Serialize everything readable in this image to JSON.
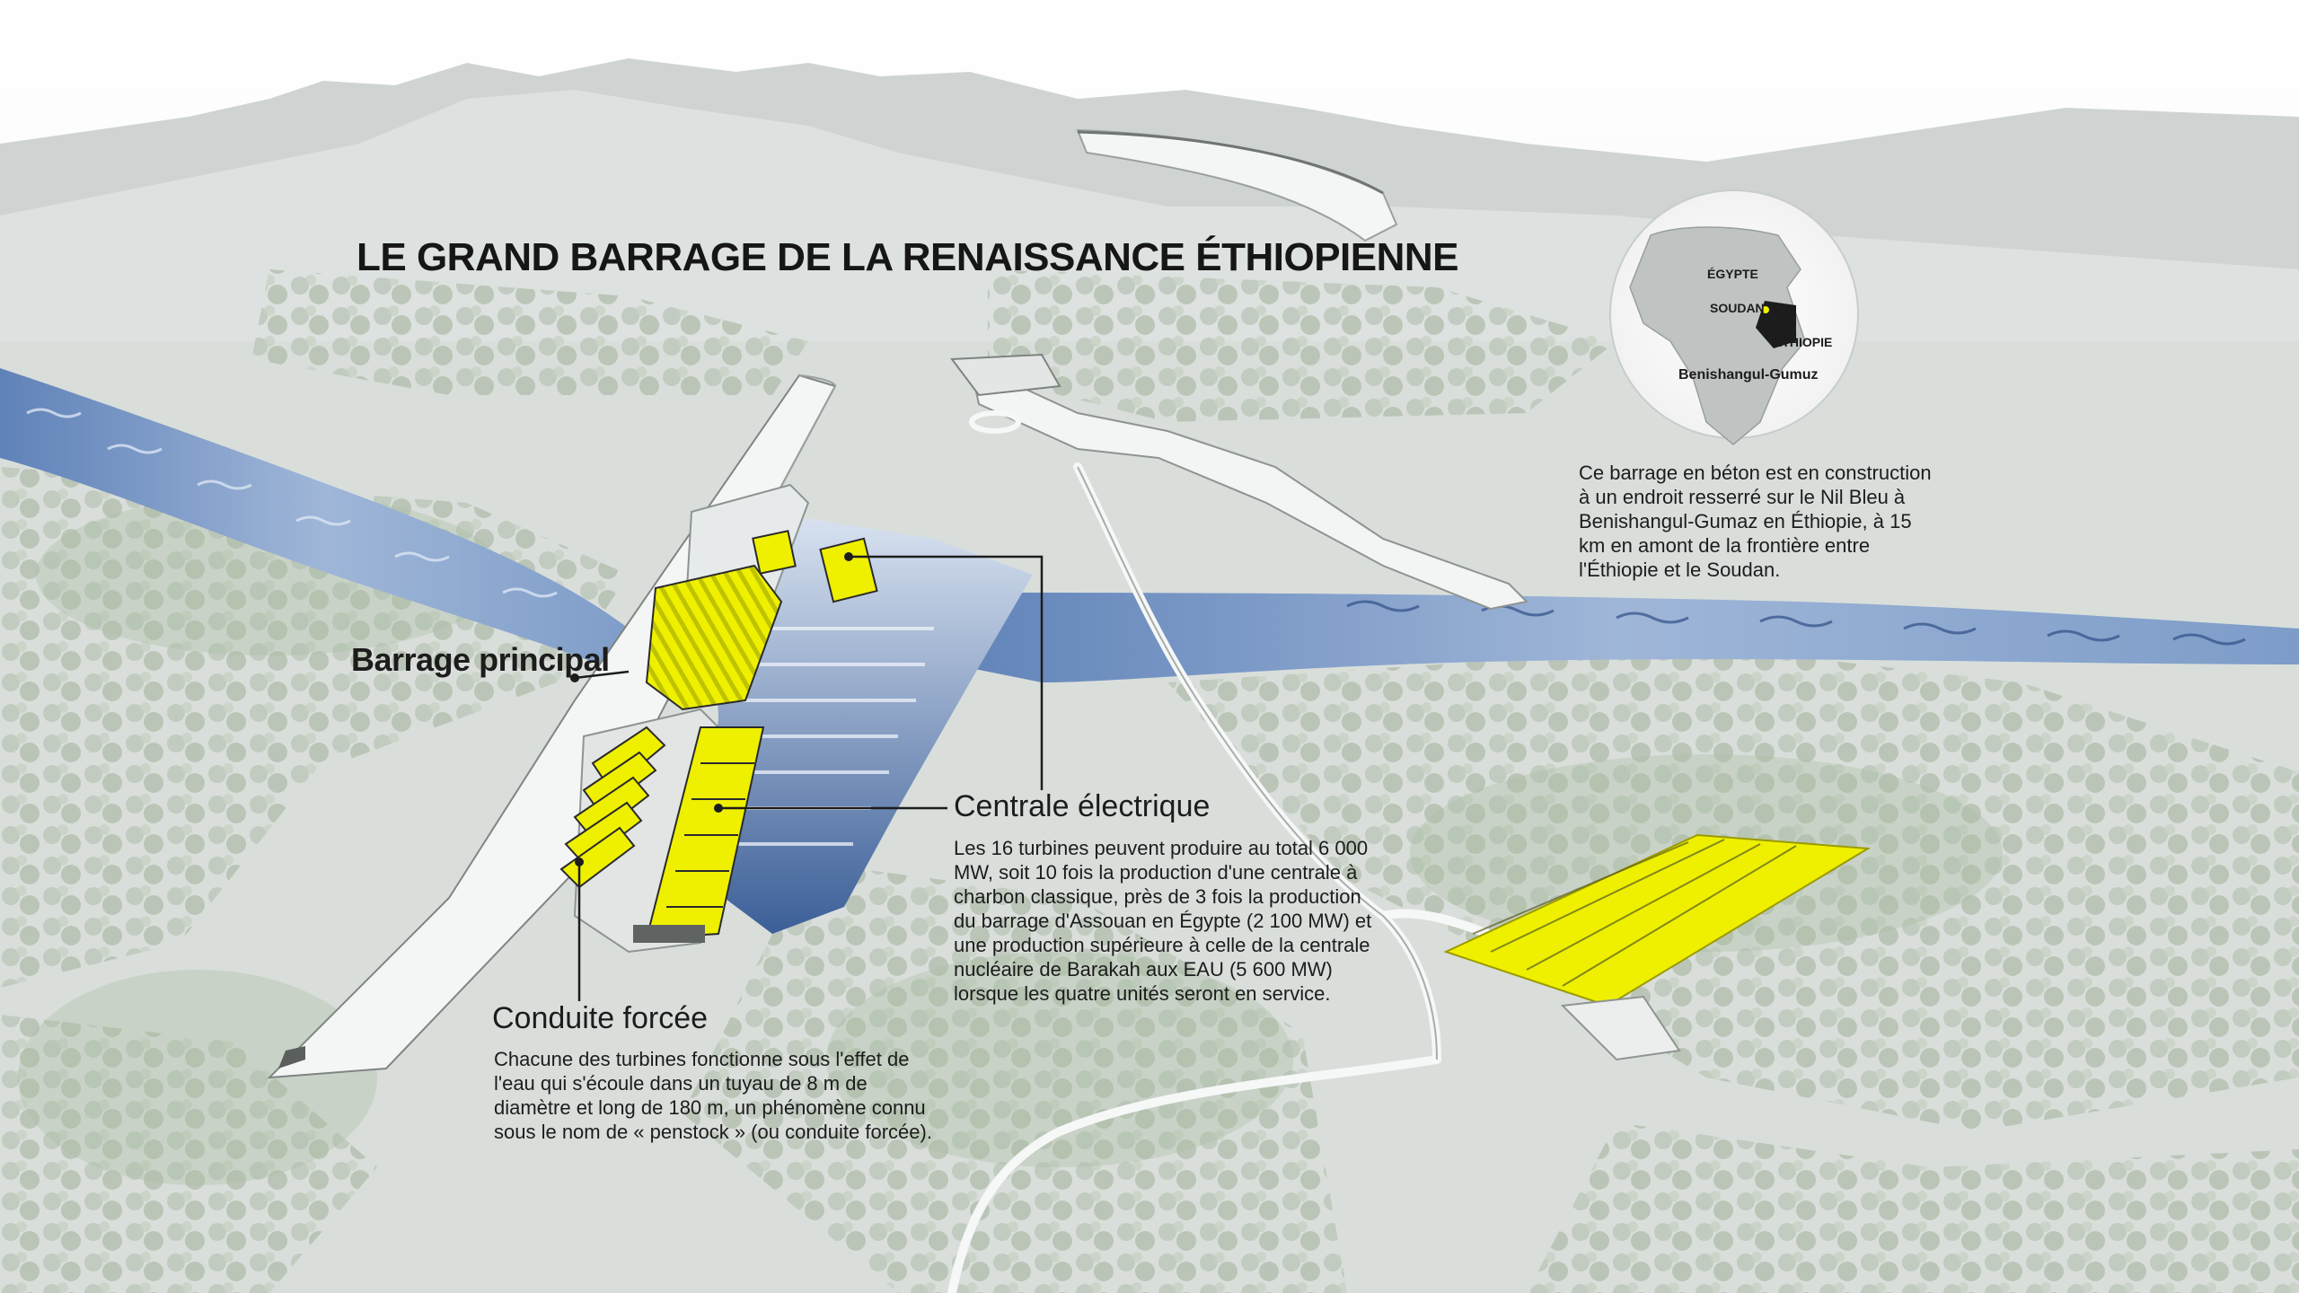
{
  "title": "LE GRAND BARRAGE DE LA RENAISSANCE ÉTHIOPIENNE",
  "labels": {
    "main_dam": "Barrage principal"
  },
  "sections": {
    "centrale": {
      "title": "Centrale électrique",
      "body": "Les 16 turbines peuvent produire au total 6 000 MW, soit 10 fois la production d'une centrale à charbon classique, près de 3 fois la production du barrage d'Assouan en Égypte (2 100 MW) et une production supérieure à celle de la centrale nucléaire de Barakah aux EAU (5 600 MW) lorsque les quatre unités seront en service."
    },
    "conduite": {
      "title": "Conduite forcée",
      "body": "Chacune des turbines fonctionne sous l'effet de l'eau qui s'écoule dans un tuyau de 8 m de diamètre et long de 180 m, un phénomène connu sous le nom de « penstock » (ou conduite forcée)."
    }
  },
  "locator": {
    "countries": {
      "egypt": "ÉGYPTE",
      "sudan": "SOUDAN",
      "ethiopia": "ÉTHIOPIE"
    },
    "region": "Benishangul-Gumuz",
    "description": "Ce barrage en béton est en construction à un endroit resserré sur le Nil Bleu à Benishangul-Gumaz en Éthiopie, à 15 km en amont de la frontière entre l'Éthiopie et le Soudan."
  },
  "colors": {
    "highlight": "#eef000",
    "river": "#8aa8cf",
    "water_dark": "#3a5f99",
    "terrain": "#d7dcd8",
    "vegetation": "#9fb39a",
    "text": "#1c1c1c"
  },
  "icons": [
    "locator-globe",
    "turbine-hall",
    "penstock-pipes",
    "solar-substation"
  ]
}
